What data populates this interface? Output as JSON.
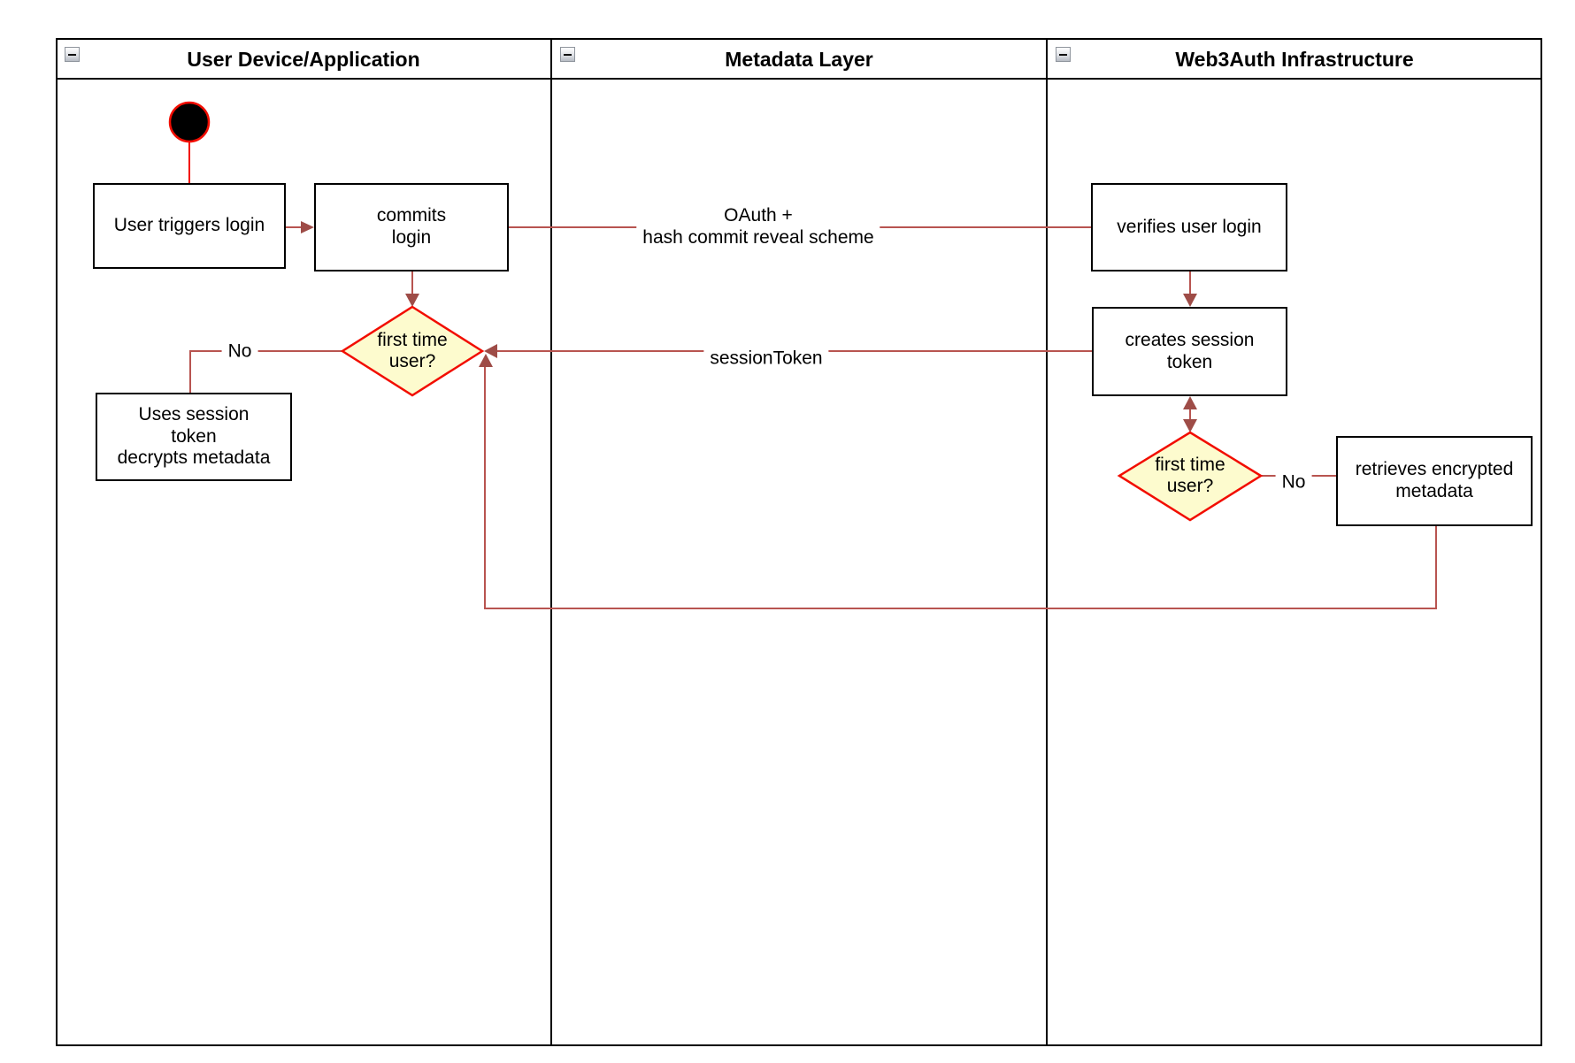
{
  "colors": {
    "line": "#B85450",
    "arrow": "#9E4C47",
    "bright_red": "#F20D00",
    "diamond_fill": "#FDFBCE",
    "ink": "#000000"
  },
  "lanes": [
    {
      "label": "User Device/Application",
      "collapse_icon": "minus-icon"
    },
    {
      "label": "Metadata Layer",
      "collapse_icon": "minus-icon"
    },
    {
      "label": "Web3Auth Infrastructure",
      "collapse_icon": "minus-icon"
    }
  ],
  "nodes": {
    "user_triggers_login": {
      "label": "User triggers login"
    },
    "commits_login": {
      "label": "commits\nlogin"
    },
    "first_time_user_device": {
      "label": "first time\nuser?"
    },
    "uses_session_token": {
      "label": "Uses session\ntoken\ndecrypts metadata"
    },
    "verifies_user_login": {
      "label": "verifies user login"
    },
    "creates_session_token": {
      "label": "creates session\ntoken"
    },
    "first_time_user_infra": {
      "label": "first time\nuser?"
    },
    "retrieves_encrypted_metadata": {
      "label": "retrieves encrypted\nmetadata"
    }
  },
  "edge_labels": {
    "oauth": "OAuth +\nhash commit reveal scheme",
    "session_token": "sessionToken",
    "no_device": "No",
    "no_infra": "No"
  }
}
